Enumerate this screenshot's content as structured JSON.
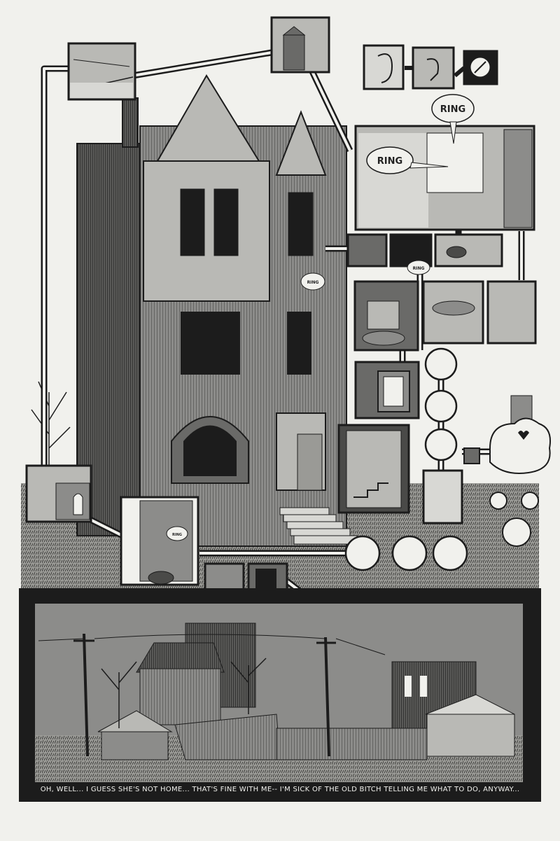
{
  "sound_effects": {
    "ring_large_left": "RING",
    "ring_large_top": "RING",
    "ring_small_window": "RING",
    "ring_small_strip": "RING",
    "ring_tiny_lower": "RING"
  },
  "caption": "OH, WELL... I GUESS SHE'S NOT HOME... THAT'S FINE WITH ME-- I'M SICK OF THE OLD BITCH TELLING ME WHAT TO DO, ANYWAY...",
  "colors": {
    "ink": "#1c1c1c",
    "paper": "#f1f1ed",
    "mid_gray": "#8c8c8a",
    "light_gray": "#b9b9b5",
    "dark_gray": "#4a4a48"
  }
}
